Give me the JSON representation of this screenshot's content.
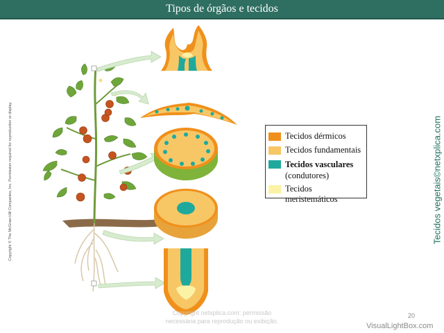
{
  "header": {
    "title": "Tipos de órgãos e tecidos"
  },
  "copyright": "Copyright © The McGraw-Hill Companies, Inc. Permission required for reproduction or display.",
  "side_credit": "Tecidos vegetais©netxplica.com",
  "legend": {
    "items": [
      {
        "label": "Tecidos dérmicos",
        "color": "#f0901c"
      },
      {
        "label": "Tecidos fundamentais",
        "color": "#f7c766"
      },
      {
        "label": "Tecidos vasculares",
        "sublabel": "(condutores)",
        "color": "#1fa99d"
      },
      {
        "label": "Tecidos meristemáticos",
        "color": "#fbf2a6"
      }
    ]
  },
  "watermark": {
    "line1": "Copyright netxplica.com: permissão",
    "line2": "necessária para reprodução ou exibição."
  },
  "page_number": "20",
  "footer_brand": "VisualLightBox.com",
  "colors": {
    "header": "#2f6f62",
    "stem": "#6f9a3a",
    "leaf": "#6fa63a",
    "fruit": "#c5541e",
    "soil": "#8a6a48",
    "root": "#d9c7a8",
    "arrow": "#d7ebcf"
  }
}
